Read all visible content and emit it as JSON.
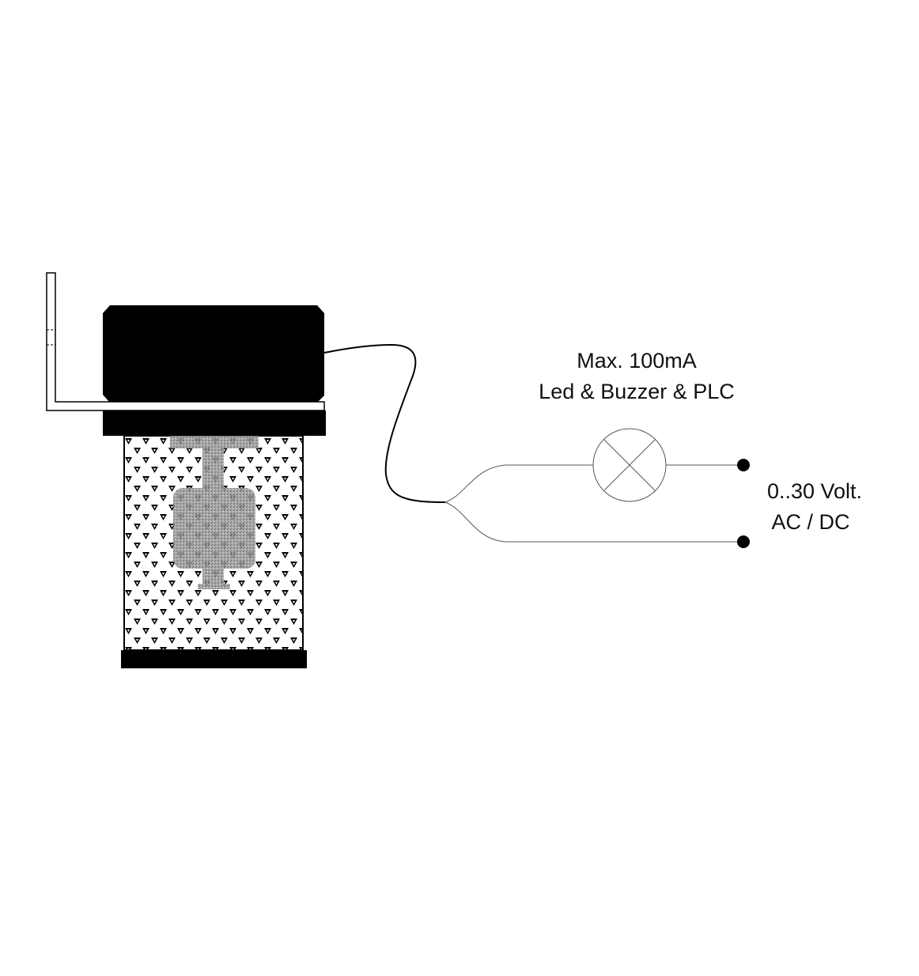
{
  "labels": {
    "max_current": "Max. 100mA",
    "load": "Led & Buzzer & PLC",
    "voltage": "0..30 Volt.",
    "supply_type": "AC / DC"
  },
  "colors": {
    "ink": "#000000",
    "float": "#8a8a8a",
    "wire": "#555555"
  }
}
